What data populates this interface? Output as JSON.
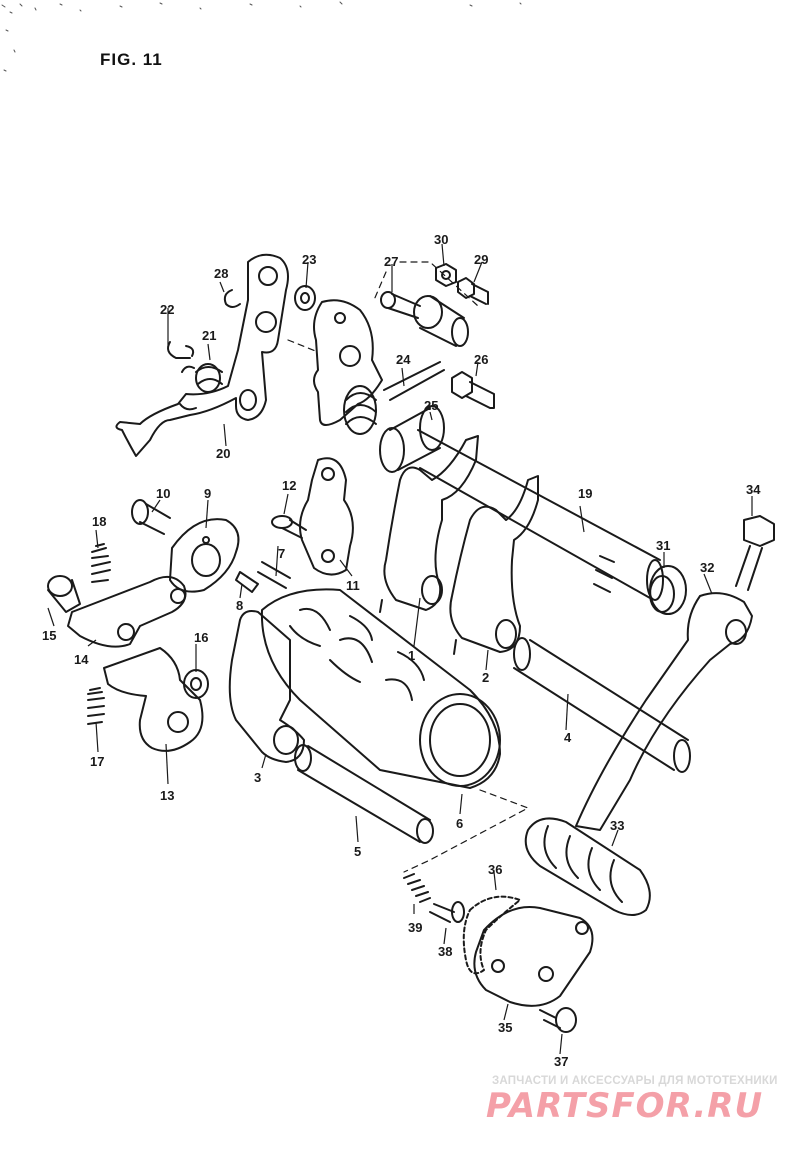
{
  "figure": {
    "title": "FIG. 11"
  },
  "callouts": [
    "1",
    "2",
    "3",
    "4",
    "5",
    "6",
    "7",
    "8",
    "9",
    "10",
    "11",
    "12",
    "13",
    "14",
    "15",
    "16",
    "17",
    "18",
    "19",
    "20",
    "21",
    "22",
    "23",
    "24",
    "25",
    "26",
    "27",
    "28",
    "29",
    "30",
    "31",
    "32",
    "33",
    "34",
    "35",
    "36",
    "37",
    "38",
    "39"
  ],
  "watermark": {
    "caption": "ЗАПЧАСТИ И АКСЕССУАРЫ ДЛЯ МОТОТЕХНИКИ",
    "logo": "PARTSFOR.RU"
  },
  "colors": {
    "ink": "#1a1a1a",
    "paper": "#ffffff",
    "watermark_logo": "#f4a0a8",
    "watermark_caption": "#d8d8d8"
  }
}
